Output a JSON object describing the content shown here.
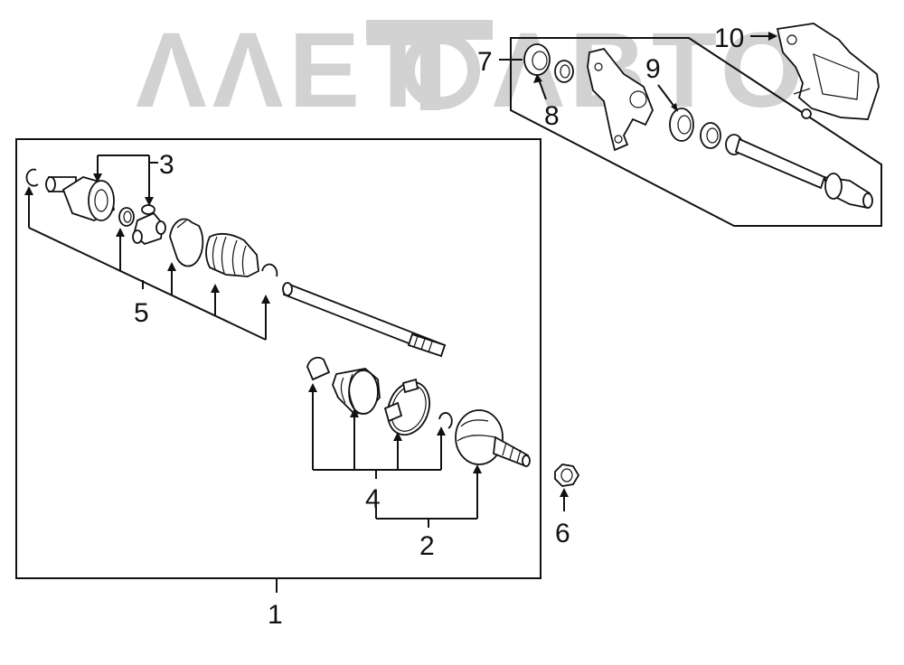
{
  "watermark": {
    "text": "ΛΛΕΤ",
    "text2": "ΛΒΤΟ"
  },
  "callouts": {
    "c1": "1",
    "c2": "2",
    "c3": "3",
    "c4": "4",
    "c5": "5",
    "c6": "6",
    "c7": "7",
    "c8": "8",
    "c9": "9",
    "c10": "10"
  },
  "colors": {
    "line": "#111111",
    "watermark": "#d2d2d2",
    "background": "#ffffff"
  }
}
